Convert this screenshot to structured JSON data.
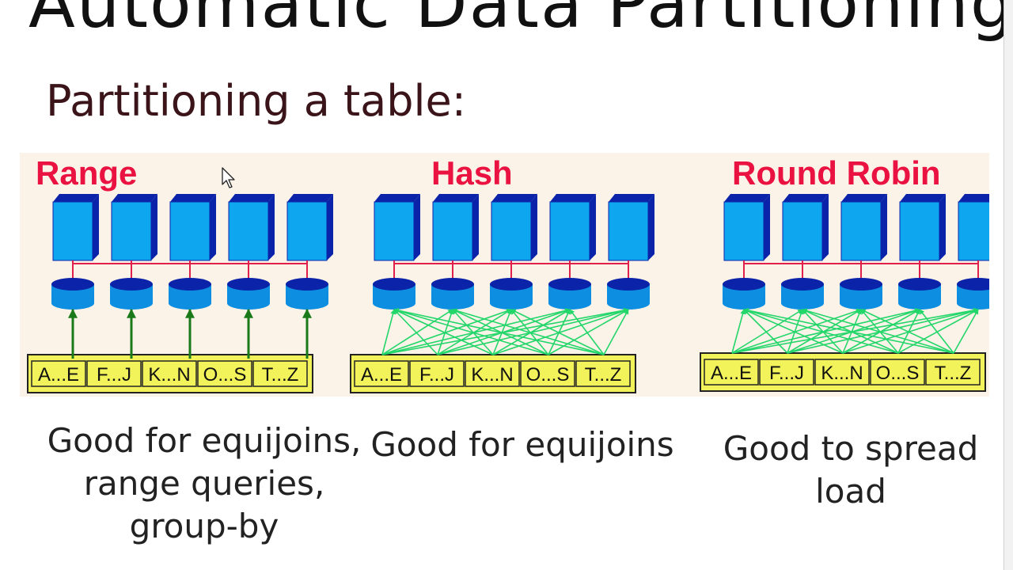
{
  "slide": {
    "title": "Automatic Data Partitioning",
    "subtitle": "Partitioning a table:"
  },
  "colors": {
    "title_red": "#ea1240",
    "disk_blue": "#0fa6f0",
    "disk_dark": "#0b23a8",
    "cpu_blue": "#0d8ee0",
    "bus_red": "#e0204a",
    "range_arrow_green": "#1a7a1a",
    "spread_arrow_green": "#22d66a",
    "key_yellow": "#f2f25a",
    "figure_bg": "#fcf3e8"
  },
  "panels": [
    {
      "name": "range",
      "title": "Range",
      "keys": [
        "A...E",
        "F...J",
        "K...N",
        "O...S",
        "T...Z"
      ],
      "caption": [
        "Good for equijoins,",
        "range queries,",
        "group-by"
      ]
    },
    {
      "name": "hash",
      "title": "Hash",
      "keys": [
        "A...E",
        "F...J",
        "K...N",
        "O...S",
        "T...Z"
      ],
      "caption": [
        "Good for equijoins"
      ]
    },
    {
      "name": "round-robin",
      "title": "Round Robin",
      "keys": [
        "A...E",
        "F...J",
        "K...N",
        "O...S",
        "T...Z"
      ],
      "caption": [
        "Good to spread",
        "load"
      ]
    }
  ]
}
